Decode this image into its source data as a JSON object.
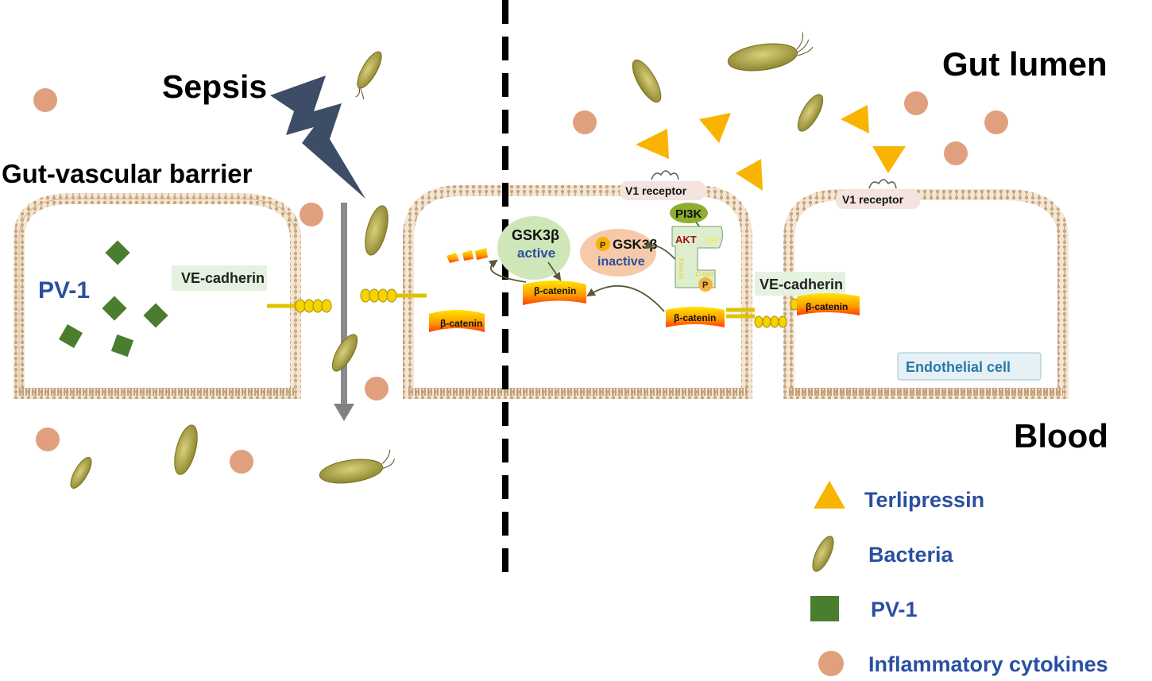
{
  "title_sepsis": "Sepsis",
  "label_gut_vascular_barrier": "Gut-vascular barrier",
  "label_gut_lumen": "Gut lumen",
  "label_blood": "Blood",
  "label_pv1_cell": "PV-1",
  "label_ve_cadherin_left": "VE-cadherin",
  "label_ve_cadherin_right": "VE-cadherin",
  "label_beta_catenin": "β-catenin",
  "label_v1_receptor": "V1 receptor",
  "label_pi3k": "PI3K",
  "label_akt": "AKT",
  "label_ph": "PH",
  "label_kinase": "Kinase",
  "label_cterm": "C-tail",
  "label_p": "P",
  "label_gsk3b": "GSK3β",
  "label_active": "active",
  "label_inactive": "inactive",
  "label_endothelial_cell": "Endothelial cell",
  "legend": [
    {
      "label": "Terlipressin",
      "icon": "triangle-icon",
      "color": "#f8b400"
    },
    {
      "label": "Bacteria",
      "icon": "bacterium-icon",
      "color": "#a89a3a"
    },
    {
      "label": "PV-1",
      "icon": "square-icon",
      "color": "#4a7d2e"
    },
    {
      "label": "Inflammatory cytokines",
      "icon": "circle-icon",
      "color": "#e0a07e"
    }
  ],
  "colors": {
    "terlipressin": "#f8b400",
    "pv1": "#4a7d2e",
    "cytokine": "#e0a07e",
    "bolt": "#3d4d66",
    "membrane": "#c8a57c",
    "legend_text": "#2b4fa0"
  }
}
